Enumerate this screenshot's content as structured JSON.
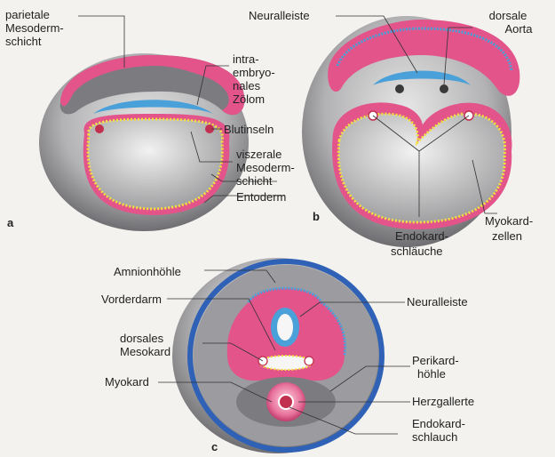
{
  "panels": {
    "a": "a",
    "b": "b",
    "c": "c"
  },
  "labels_a": {
    "parietal": [
      "parietale",
      "Mesoderm-",
      "schicht"
    ],
    "intraembryonal": [
      "intra-",
      "embryo-",
      "nales",
      "Zölom"
    ],
    "blutinseln": "Blutinseln",
    "viszeral": [
      "viszerale",
      "Mesoderm-",
      "schicht"
    ],
    "entoderm": "Entoderm"
  },
  "labels_b": {
    "neuralleiste": "Neuralleiste",
    "aorta": [
      "dorsale",
      "Aorta"
    ],
    "endokard": [
      "Endokard-",
      "schläuche"
    ],
    "myokard": [
      "Myokard-",
      "zellen"
    ]
  },
  "labels_c": {
    "amnionhoehle": "Amnionhöhle",
    "vorderdarm": "Vorderdarm",
    "mesokard": [
      "dorsales",
      "Mesokard"
    ],
    "myokard": "Myokard",
    "neuralleiste": "Neuralleiste",
    "perikard": [
      "Perikard-",
      "höhle"
    ],
    "herzgallerte": "Herzgallerte",
    "endokard": [
      "Endokard-",
      "schlauch"
    ]
  },
  "colors": {
    "mesoderm": "#e2548a",
    "ectoderm": "#4aa0d8",
    "entoderm_dots": "#f0e040",
    "amnion_rim": "#2f62b6",
    "shadow": "#5a5a5e"
  }
}
